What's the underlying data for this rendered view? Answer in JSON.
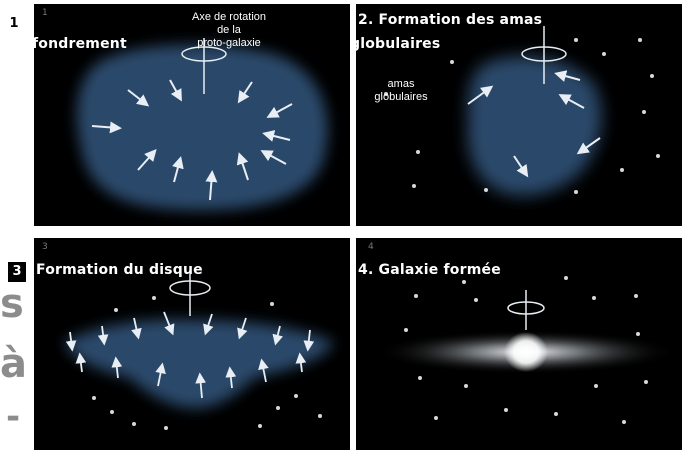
{
  "panels": [
    {
      "number": "1",
      "title": "fondrement",
      "badge": "1",
      "annotation_lines": [
        "Axe de rotation",
        "de la",
        "proto-galaxie"
      ]
    },
    {
      "number": "2",
      "title": "2. Formation des amas",
      "title_line2": "globulaires",
      "annotation_lines": [
        "amas",
        "globulaires"
      ]
    },
    {
      "number": "3",
      "title": "Formation du disque",
      "badge": "3"
    },
    {
      "number": "4",
      "title": "4. Galaxie formée"
    }
  ],
  "side_text": [
    "s",
    "à",
    "-"
  ],
  "colors": {
    "background": "#000000",
    "cloud": "#2c4a6b",
    "arrow": "#e8eef4",
    "side_text": "#8c8c8c"
  }
}
